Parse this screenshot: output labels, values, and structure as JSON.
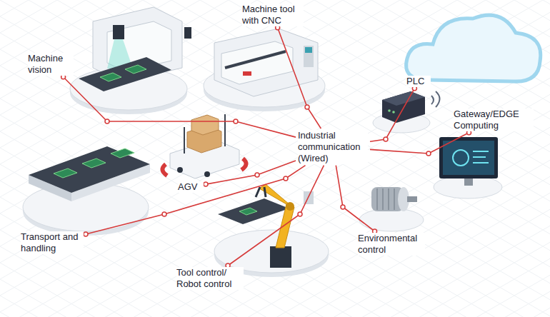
{
  "diagram": {
    "nodes": [
      {
        "text": [
          "Machine tool with CNC"
        ]
      },
      {
        "text": [
          "Machine vision"
        ]
      },
      {
        "text": [
          "PLC"
        ]
      },
      {
        "text": [
          "Gateway/EDGE Computing"
        ]
      },
      {
        "text": [
          "Industrial communication (Wired)"
        ]
      },
      {
        "text": [
          "AGV"
        ]
      },
      {
        "text": [
          "Transport and handling"
        ]
      },
      {
        "text": [
          "Environmental control"
        ]
      },
      {
        "text": [
          "Tool control/ Robot control"
        ]
      }
    ],
    "edges": [
      {
        "from": 4,
        "to": 0,
        "arrow": "none"
      },
      {
        "from": 4,
        "to": 1,
        "arrow": "none"
      },
      {
        "from": 4,
        "to": 2,
        "arrow": "none"
      },
      {
        "from": 4,
        "to": 3,
        "arrow": "none"
      },
      {
        "from": 4,
        "to": 5,
        "arrow": "none"
      },
      {
        "from": 4,
        "to": 6,
        "arrow": "none"
      },
      {
        "from": 4,
        "to": 7,
        "arrow": "none"
      },
      {
        "from": 4,
        "to": 8,
        "arrow": "none"
      }
    ]
  }
}
